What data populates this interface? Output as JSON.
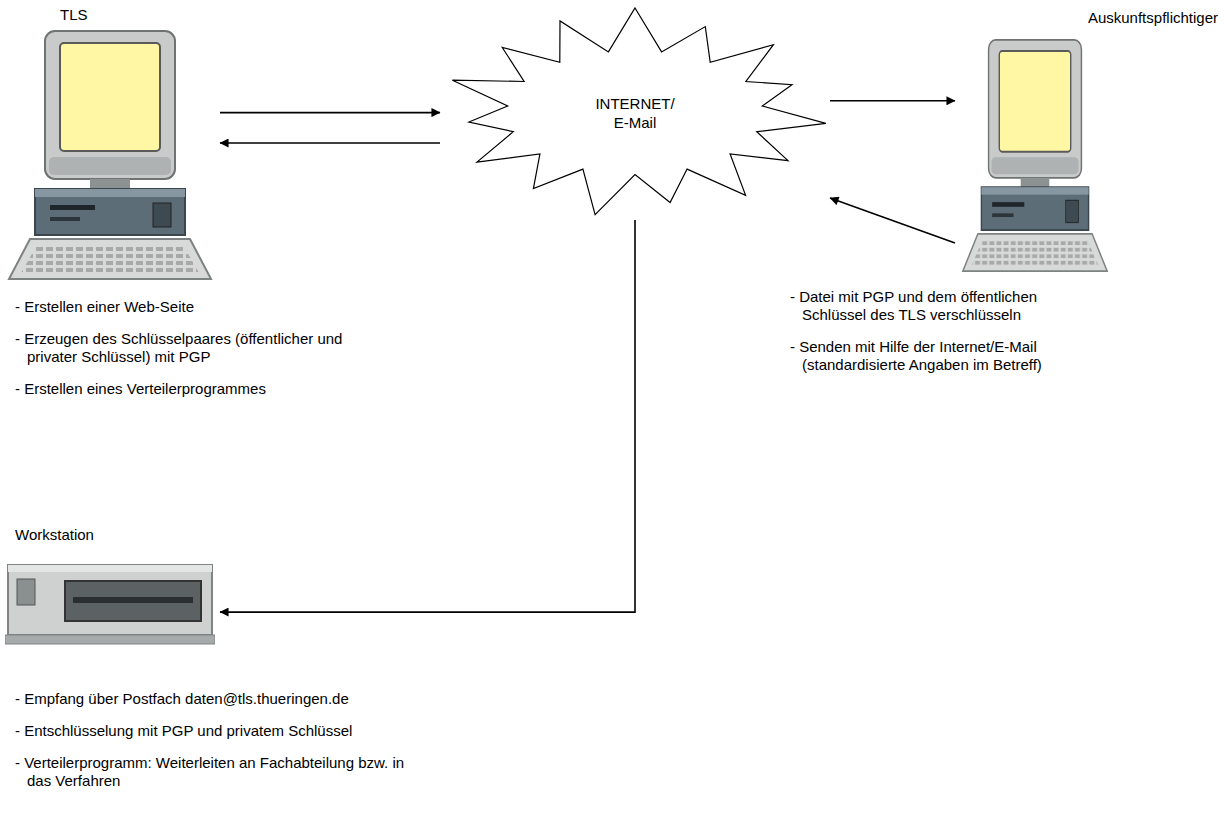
{
  "diagram": {
    "nodes": [
      {
        "text": [
          "TLS"
        ]
      },
      {
        "text": [
          "INTERNET/ E-Mail"
        ]
      },
      {
        "text": [
          "Auskunftspflichtiger"
        ]
      },
      {
        "text": [
          "Workstation"
        ]
      }
    ],
    "edges": [
      {
        "from": 0,
        "to": 1,
        "arrow": "to"
      },
      {
        "from": 1,
        "to": 0,
        "arrow": "to"
      },
      {
        "from": 1,
        "to": 2,
        "arrow": "to"
      },
      {
        "from": 2,
        "to": 1,
        "arrow": "to"
      },
      {
        "from": 1,
        "to": 3,
        "arrow": "to"
      }
    ],
    "labels": [
      "- Erstellen einer Web-Seite",
      "- Erzeugen des Schlüsselpaares (öffentlicher und privater Schlüssel) mit PGP",
      "- Erstellen eines Verteilerprogrammes",
      "- Datei mit PGP und dem öffentlichen Schlüssel des TLS verschlüsseln",
      "- Senden mit Hilfe der Internet/E-Mail (standardisierte Angaben im Betreff)",
      "- Empfang über Postfach daten@tls.thueringen.de",
      "- Entschlüsselung mit PGP und privatem Schlüssel",
      "- Verteilerprogramm: Weiterleiten an Fachabteilung bzw. in das Verfahren"
    ]
  }
}
